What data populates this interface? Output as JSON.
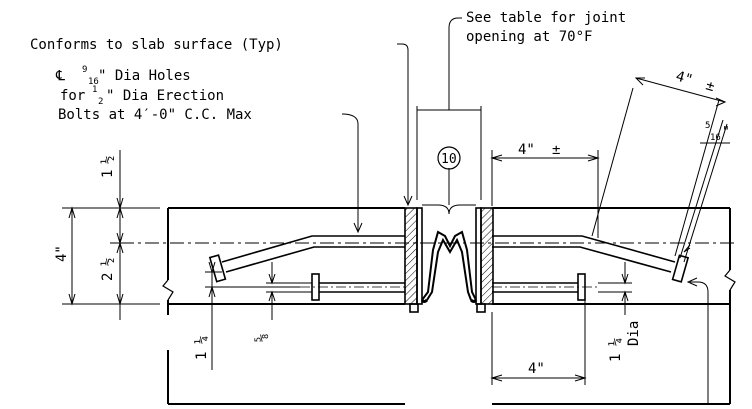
{
  "notes": {
    "conforms": "Conforms to slab surface (Typ)",
    "see_table_line1": "See table for joint",
    "see_table_line2": "opening at 70°F",
    "holes_cl": "℄",
    "holes_frac_num": "9",
    "holes_frac_den": "16",
    "holes_line1_tail": "\" Dia Holes",
    "holes_line2_a": "for",
    "holes_line2_num": "1",
    "holes_line2_den": "2",
    "holes_line2_tail": "\" Dia Erection",
    "holes_line3": "Bolts at 4′-0\" C.C. Max"
  },
  "callout": {
    "number": "10"
  },
  "dimensions": {
    "right_top_4": "4\"",
    "right_top_pm": "±",
    "far_right_4": "4\"",
    "far_right_pm": "±",
    "right_5_16_num": "5",
    "right_5_16_den": "16",
    "right_5_16_q": "\"",
    "right_bottom_4": "4\"",
    "left_4": "4\"",
    "left_1_half_a": "1",
    "left_1_half_frac": "½",
    "left_2_half_a": "2",
    "left_2_half_frac": "½",
    "left_1_quarter_a": "1",
    "left_1_quarter_frac": "¼",
    "left_5_8": "⅝",
    "right_1_quarter_a": "1",
    "right_1_quarter_frac": "¼",
    "right_dia": "Dia"
  },
  "colors": {
    "line": "#000000",
    "background": "#ffffff"
  }
}
